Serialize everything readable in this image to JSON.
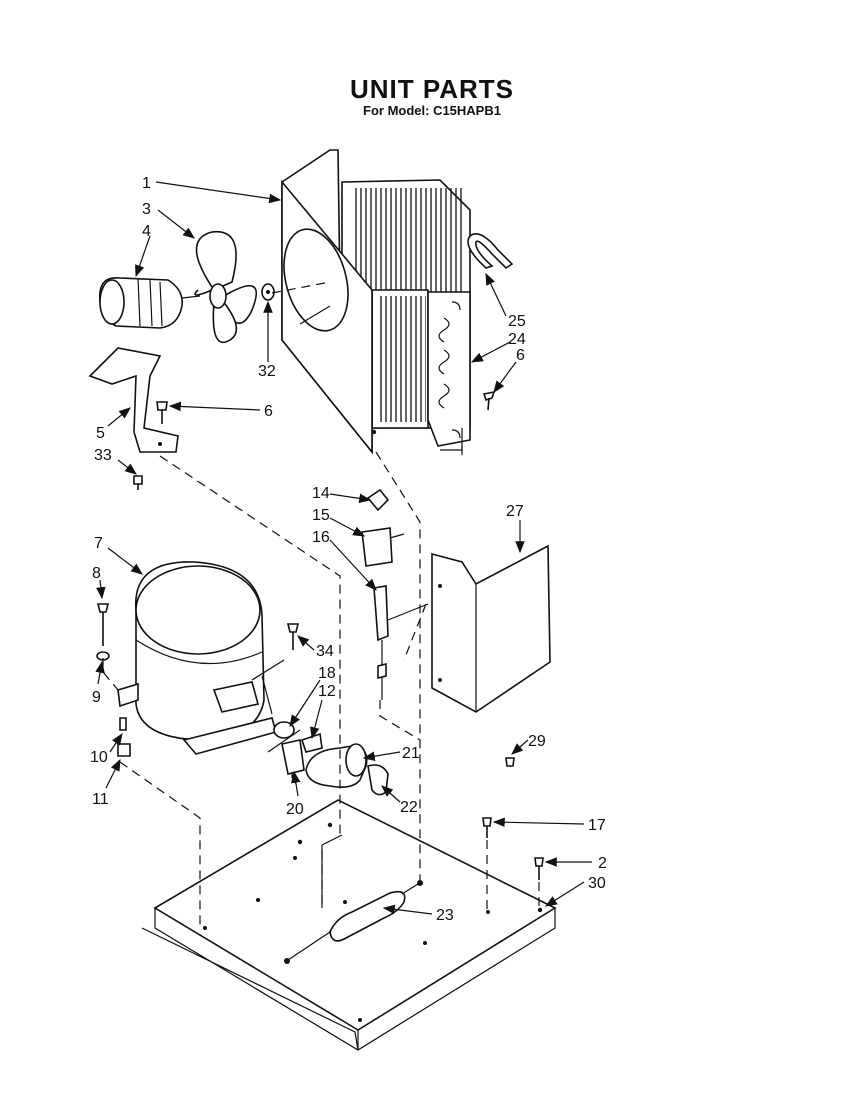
{
  "header": {
    "title": "UNIT PARTS",
    "subtitle": "For Model: C15HAPB1"
  },
  "callouts": {
    "c1": "1",
    "c2": "2",
    "c3": "3",
    "c4": "4",
    "c5": "5",
    "c6a": "6",
    "c6b": "6",
    "c7": "7",
    "c8": "8",
    "c9": "9",
    "c10": "10",
    "c11": "11",
    "c12": "12",
    "c14": "14",
    "c15": "15",
    "c16": "16",
    "c17": "17",
    "c18": "18",
    "c20": "20",
    "c21": "21",
    "c22": "22",
    "c23": "23",
    "c24": "24",
    "c25": "25",
    "c27": "27",
    "c29": "29",
    "c30": "30",
    "c32": "32",
    "c33": "33",
    "c34": "34"
  }
}
